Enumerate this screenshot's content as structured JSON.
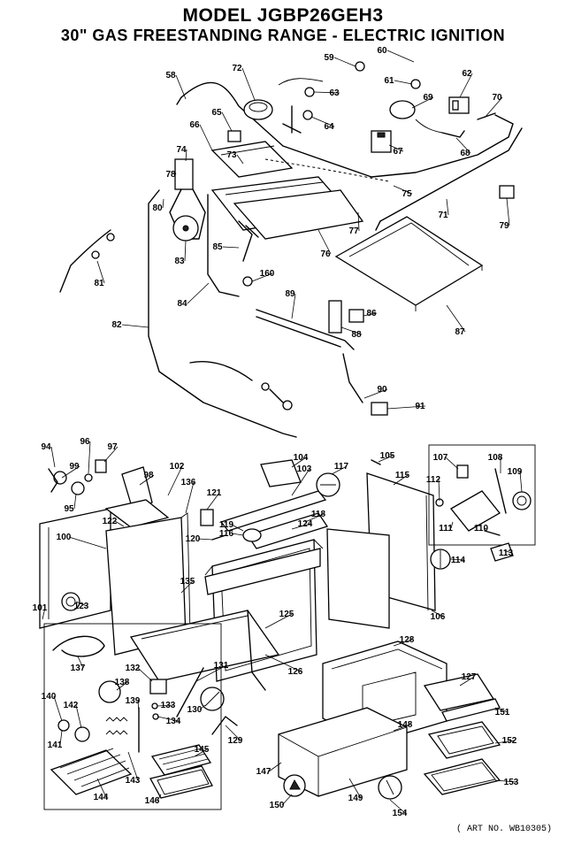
{
  "header": {
    "model_line": "MODEL JGBP26GEH3",
    "description_line": "30\" GAS FREESTANDING RANGE - ELECTRIC IGNITION"
  },
  "footer": {
    "art_number": "( ART NO. WB10305)"
  },
  "part_labels": [
    "58",
    "59",
    "60",
    "61",
    "62",
    "63",
    "64",
    "65",
    "66",
    "67",
    "68",
    "69",
    "70",
    "71",
    "72",
    "73",
    "74",
    "75",
    "76",
    "77",
    "78",
    "79",
    "80",
    "81",
    "82",
    "83",
    "84",
    "85",
    "86",
    "87",
    "88",
    "89",
    "90",
    "91",
    "94",
    "95",
    "96",
    "97",
    "98",
    "99",
    "100",
    "101",
    "102",
    "103",
    "104",
    "105",
    "106",
    "107",
    "108",
    "109",
    "110",
    "111",
    "112",
    "113",
    "114",
    "115",
    "116",
    "117",
    "118",
    "119",
    "120",
    "121",
    "122",
    "123",
    "124",
    "125",
    "126",
    "127",
    "128",
    "129",
    "130",
    "131",
    "132",
    "133",
    "134",
    "135",
    "136",
    "137",
    "138",
    "139",
    "140",
    "141",
    "142",
    "143",
    "144",
    "145",
    "146",
    "147",
    "148",
    "149",
    "150",
    "151",
    "152",
    "153",
    "154",
    "160"
  ]
}
